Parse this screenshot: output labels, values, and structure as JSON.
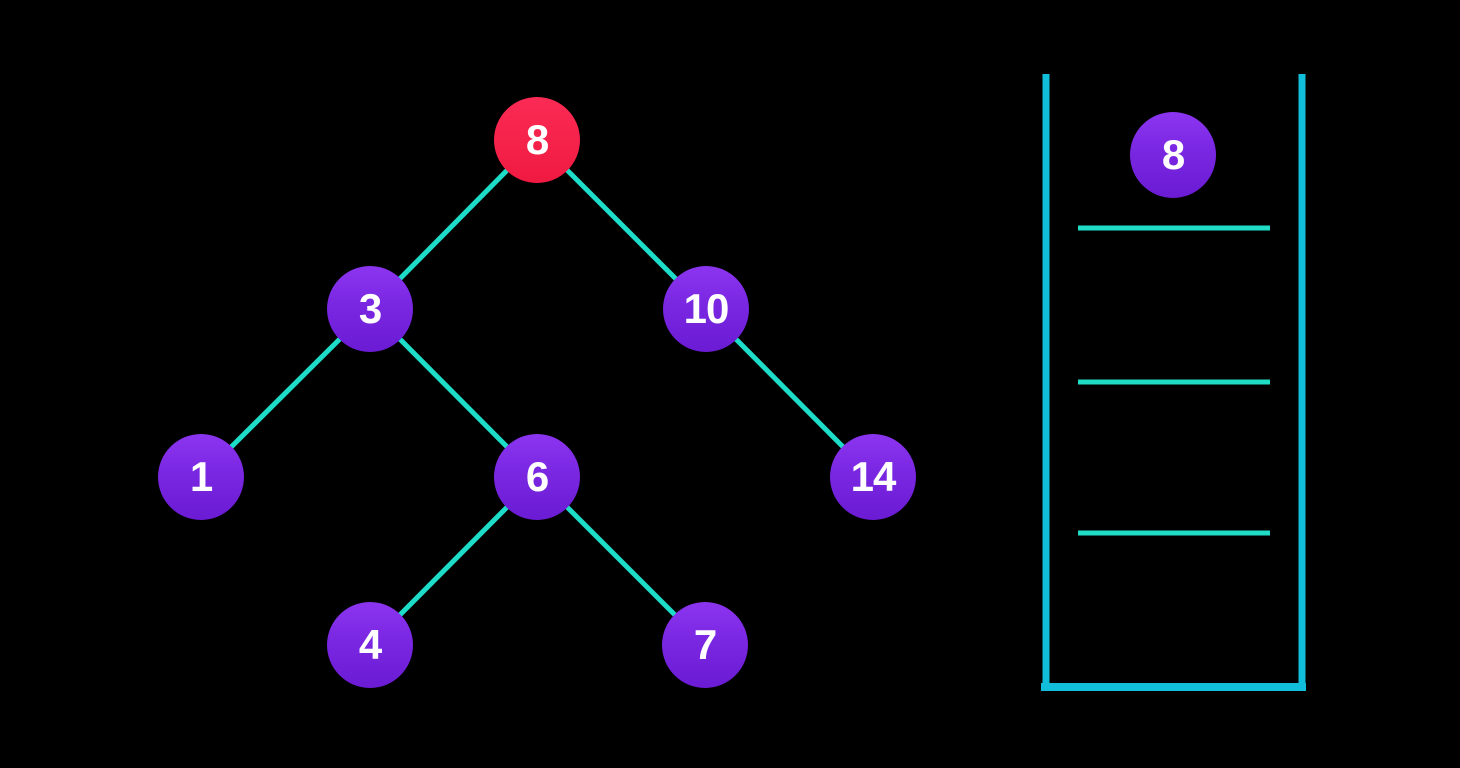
{
  "colors": {
    "background": "#000000",
    "tree_edge": "#1ddcc8",
    "stack_outline": "#12bfda",
    "stack_divider": "#20dcc5",
    "node_purple_top": "#8c35f0",
    "node_purple_bottom": "#6b1bd3",
    "root_red": "#f7204b",
    "node_text": "#ffffff"
  },
  "tree": {
    "nodes": [
      {
        "value": "8",
        "role": "root",
        "color": "red"
      },
      {
        "value": "3",
        "role": "child",
        "color": "purple"
      },
      {
        "value": "10",
        "role": "child",
        "color": "purple"
      },
      {
        "value": "1",
        "role": "leaf",
        "color": "purple"
      },
      {
        "value": "6",
        "role": "child",
        "color": "purple"
      },
      {
        "value": "14",
        "role": "leaf",
        "color": "purple"
      },
      {
        "value": "4",
        "role": "leaf",
        "color": "purple"
      },
      {
        "value": "7",
        "role": "leaf",
        "color": "purple"
      }
    ],
    "edges": [
      [
        "8",
        "3"
      ],
      [
        "8",
        "10"
      ],
      [
        "3",
        "1"
      ],
      [
        "3",
        "6"
      ],
      [
        "10",
        "14"
      ],
      [
        "6",
        "4"
      ],
      [
        "6",
        "7"
      ]
    ]
  },
  "stack": {
    "slot_count": 4,
    "items": [
      {
        "value": "8",
        "slot": 0
      }
    ]
  }
}
